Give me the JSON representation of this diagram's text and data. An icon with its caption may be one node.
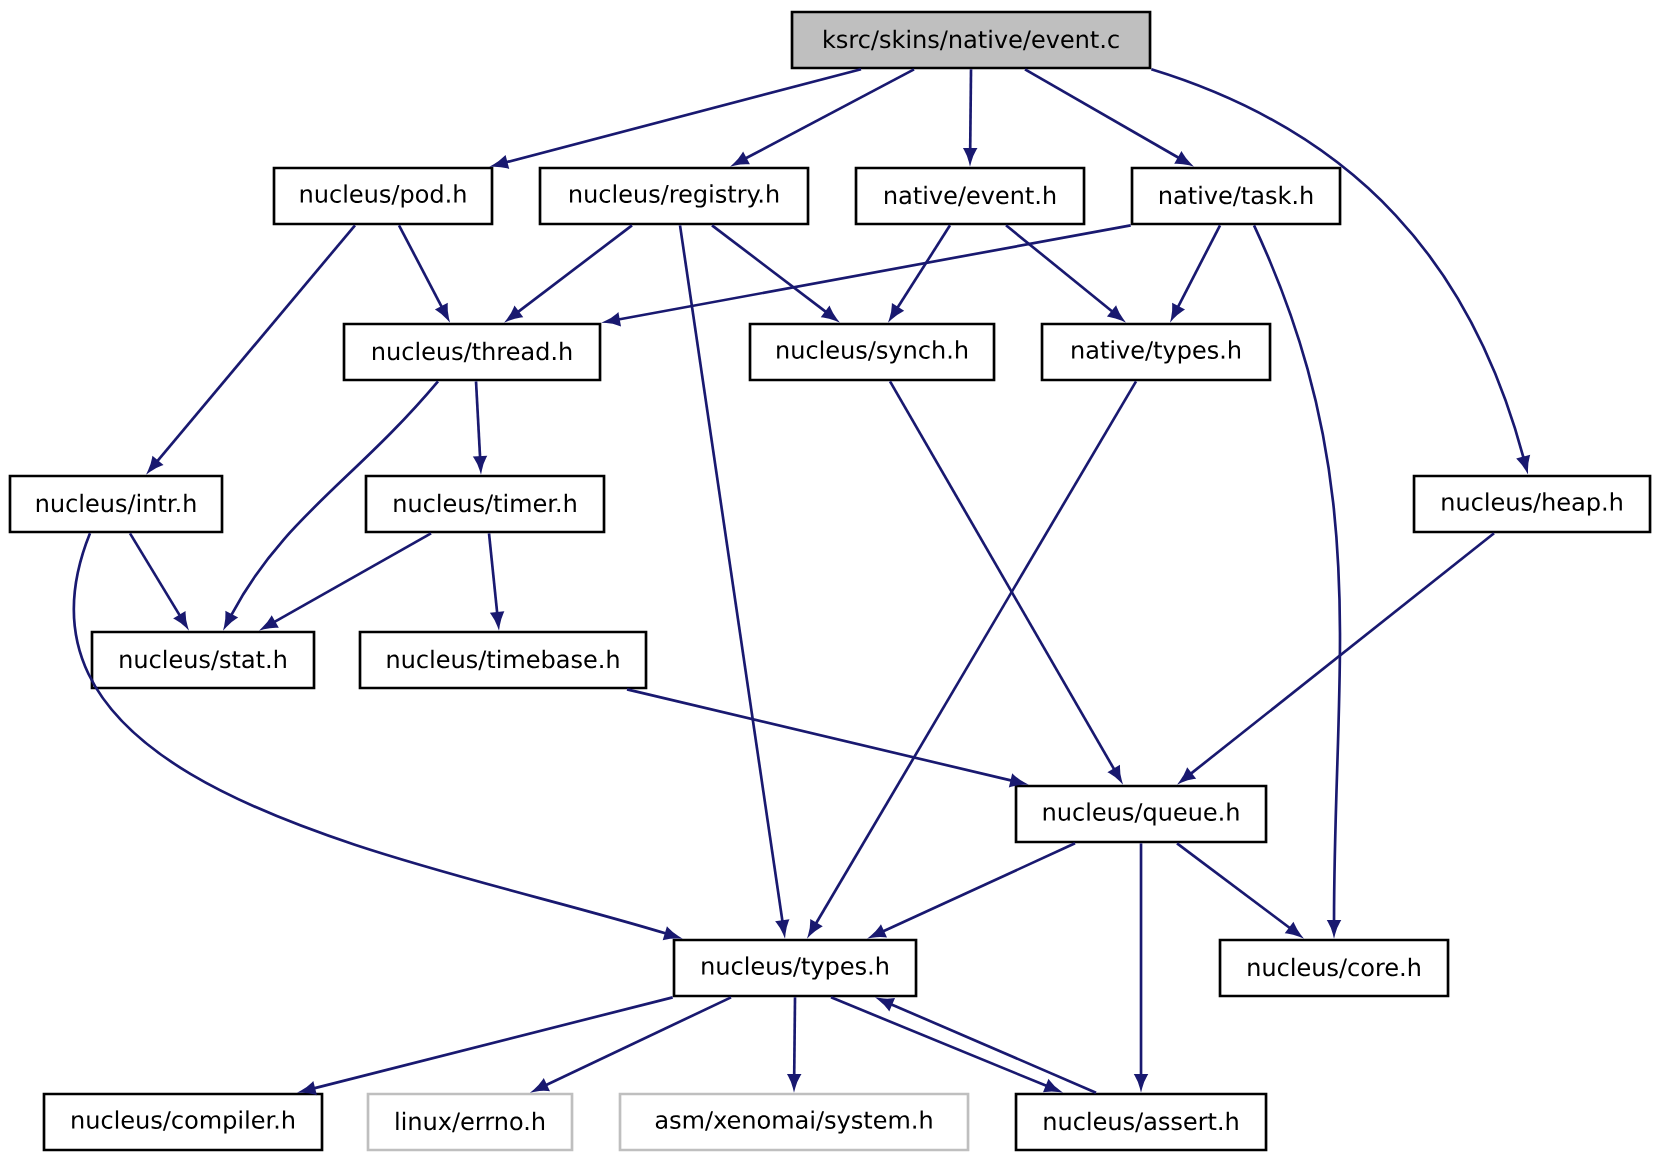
{
  "diagram": {
    "nodes": [
      {
        "text": [
          "ksrc/skins/native/event.c"
        ]
      },
      {
        "text": [
          "nucleus/pod.h"
        ]
      },
      {
        "text": [
          "nucleus/registry.h"
        ]
      },
      {
        "text": [
          "native/event.h"
        ]
      },
      {
        "text": [
          "native/task.h"
        ]
      },
      {
        "text": [
          "nucleus/thread.h"
        ]
      },
      {
        "text": [
          "nucleus/synch.h"
        ]
      },
      {
        "text": [
          "native/types.h"
        ]
      },
      {
        "text": [
          "nucleus/intr.h"
        ]
      },
      {
        "text": [
          "nucleus/timer.h"
        ]
      },
      {
        "text": [
          "nucleus/heap.h"
        ]
      },
      {
        "text": [
          "nucleus/stat.h"
        ]
      },
      {
        "text": [
          "nucleus/timebase.h"
        ]
      },
      {
        "text": [
          "nucleus/queue.h"
        ]
      },
      {
        "text": [
          "nucleus/types.h"
        ]
      },
      {
        "text": [
          "nucleus/core.h"
        ]
      },
      {
        "text": [
          "nucleus/compiler.h"
        ]
      },
      {
        "text": [
          "linux/errno.h"
        ]
      },
      {
        "text": [
          "asm/xenomai/system.h"
        ]
      },
      {
        "text": [
          "nucleus/assert.h"
        ]
      }
    ],
    "edges": [
      {
        "from": 0,
        "to": 1,
        "arrow": "to"
      },
      {
        "from": 0,
        "to": 2,
        "arrow": "to"
      },
      {
        "from": 0,
        "to": 3,
        "arrow": "to"
      },
      {
        "from": 0,
        "to": 4,
        "arrow": "to"
      },
      {
        "from": 0,
        "to": 10,
        "arrow": "to"
      },
      {
        "from": 1,
        "to": 5,
        "arrow": "to"
      },
      {
        "from": 1,
        "to": 8,
        "arrow": "to"
      },
      {
        "from": 2,
        "to": 5,
        "arrow": "to"
      },
      {
        "from": 2,
        "to": 6,
        "arrow": "to"
      },
      {
        "from": 2,
        "to": 14,
        "arrow": "to"
      },
      {
        "from": 3,
        "to": 6,
        "arrow": "to"
      },
      {
        "from": 3,
        "to": 7,
        "arrow": "to"
      },
      {
        "from": 4,
        "to": 5,
        "arrow": "to"
      },
      {
        "from": 4,
        "to": 7,
        "arrow": "to"
      },
      {
        "from": 4,
        "to": 15,
        "arrow": "to"
      },
      {
        "from": 5,
        "to": 9,
        "arrow": "to"
      },
      {
        "from": 5,
        "to": 11,
        "arrow": "to"
      },
      {
        "from": 8,
        "to": 11,
        "arrow": "to"
      },
      {
        "from": 8,
        "to": 14,
        "arrow": "to"
      },
      {
        "from": 9,
        "to": 11,
        "arrow": "to"
      },
      {
        "from": 9,
        "to": 12,
        "arrow": "to"
      },
      {
        "from": 10,
        "to": 13,
        "arrow": "to"
      },
      {
        "from": 12,
        "to": 13,
        "arrow": "to"
      },
      {
        "from": 6,
        "to": 13,
        "arrow": "to"
      },
      {
        "from": 7,
        "to": 14,
        "arrow": "to"
      },
      {
        "from": 13,
        "to": 14,
        "arrow": "to"
      },
      {
        "from": 13,
        "to": 15,
        "arrow": "to"
      },
      {
        "from": 13,
        "to": 19,
        "arrow": "to"
      },
      {
        "from": 14,
        "to": 16,
        "arrow": "to"
      },
      {
        "from": 14,
        "to": 17,
        "arrow": "to"
      },
      {
        "from": 14,
        "to": 18,
        "arrow": "to"
      },
      {
        "from": 14,
        "to": 19,
        "arrow": "to"
      },
      {
        "from": 19,
        "to": 14,
        "arrow": "to"
      }
    ]
  }
}
